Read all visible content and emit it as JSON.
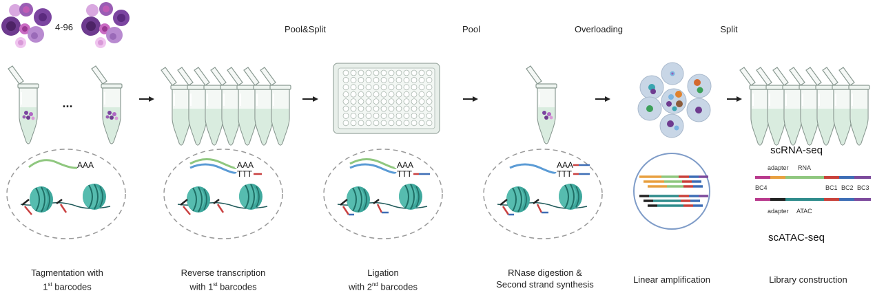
{
  "colors": {
    "tube_fill": "#e3f0e6",
    "tube_stroke": "#8a9a92",
    "cell_dark": "#6e3b8f",
    "cell_mid": "#9a5db4",
    "cell_light": "#d9a8e0",
    "nucleosome": "#3fa89d",
    "rna_green": "#8fc77f",
    "cdna_blue": "#5b9bd5",
    "barcode_red": "#c94040",
    "barcode_blue": "#3d6db5",
    "bc4_magenta": "#b8398c",
    "adapter_orange": "#e8a040",
    "bc1_red": "#c8413a",
    "bc2_blue": "#3d6db5",
    "bc3_purple": "#7c4a9c",
    "atac_teal": "#2f8b8b",
    "droplet": "#c8d6e6"
  },
  "top": {
    "cell_count": "4-96",
    "ellipsis": "...",
    "step_titles": [
      "Pool&Split",
      "Pool",
      "Overloading",
      "Split"
    ]
  },
  "rna": {
    "polyA": "AAA",
    "polyT": "TTT"
  },
  "library": {
    "scrna_title": "scRNA-seq",
    "scatac_title": "scATAC-seq",
    "adapter": "adapter",
    "rna": "RNA",
    "atac": "ATAC",
    "bc4": "BC4",
    "bc1": "BC1",
    "bc2": "BC2",
    "bc3": "BC3"
  },
  "steps": [
    {
      "line1": "Tagmentation with",
      "line2_pre": "1",
      "line2_sup": "st",
      "line2_post": " barcodes"
    },
    {
      "line1": "Reverse transcription",
      "line2_pre": "with 1",
      "line2_sup": "st",
      "line2_post": " barcodes"
    },
    {
      "line1": "Ligation",
      "line2_pre": "with 2",
      "line2_sup": "nd",
      "line2_post": " barcodes"
    },
    {
      "line1": "RNase digestion &",
      "line2_pre": "Second strand synthesis",
      "line2_sup": "",
      "line2_post": ""
    },
    {
      "line1": "Linear amplification",
      "line2_pre": "",
      "line2_sup": "",
      "line2_post": ""
    },
    {
      "line1": "Library construction",
      "line2_pre": "",
      "line2_sup": "",
      "line2_post": ""
    }
  ]
}
